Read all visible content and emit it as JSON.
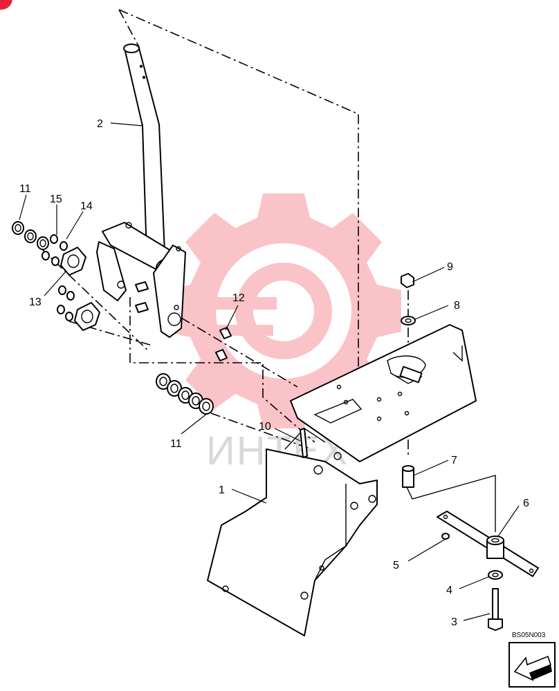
{
  "diagram": {
    "callouts": {
      "c1": "1",
      "c2": "2",
      "c3": "3",
      "c4": "4",
      "c5": "5",
      "c6": "6",
      "c7": "7",
      "c8": "8",
      "c9": "9",
      "c10": "10",
      "c11a": "11",
      "c11b": "11",
      "c12": "12",
      "c13": "13",
      "c14": "14",
      "c15": "15"
    },
    "reference_code": "BS05N003"
  },
  "watermark": {
    "text": "ИНТЕХ",
    "color": "#f02a3c"
  },
  "colors": {
    "corner_badge": "#e8213a",
    "line": "#000000"
  },
  "icons": [
    "direction-arrow-icon",
    "corner-badge-icon"
  ]
}
